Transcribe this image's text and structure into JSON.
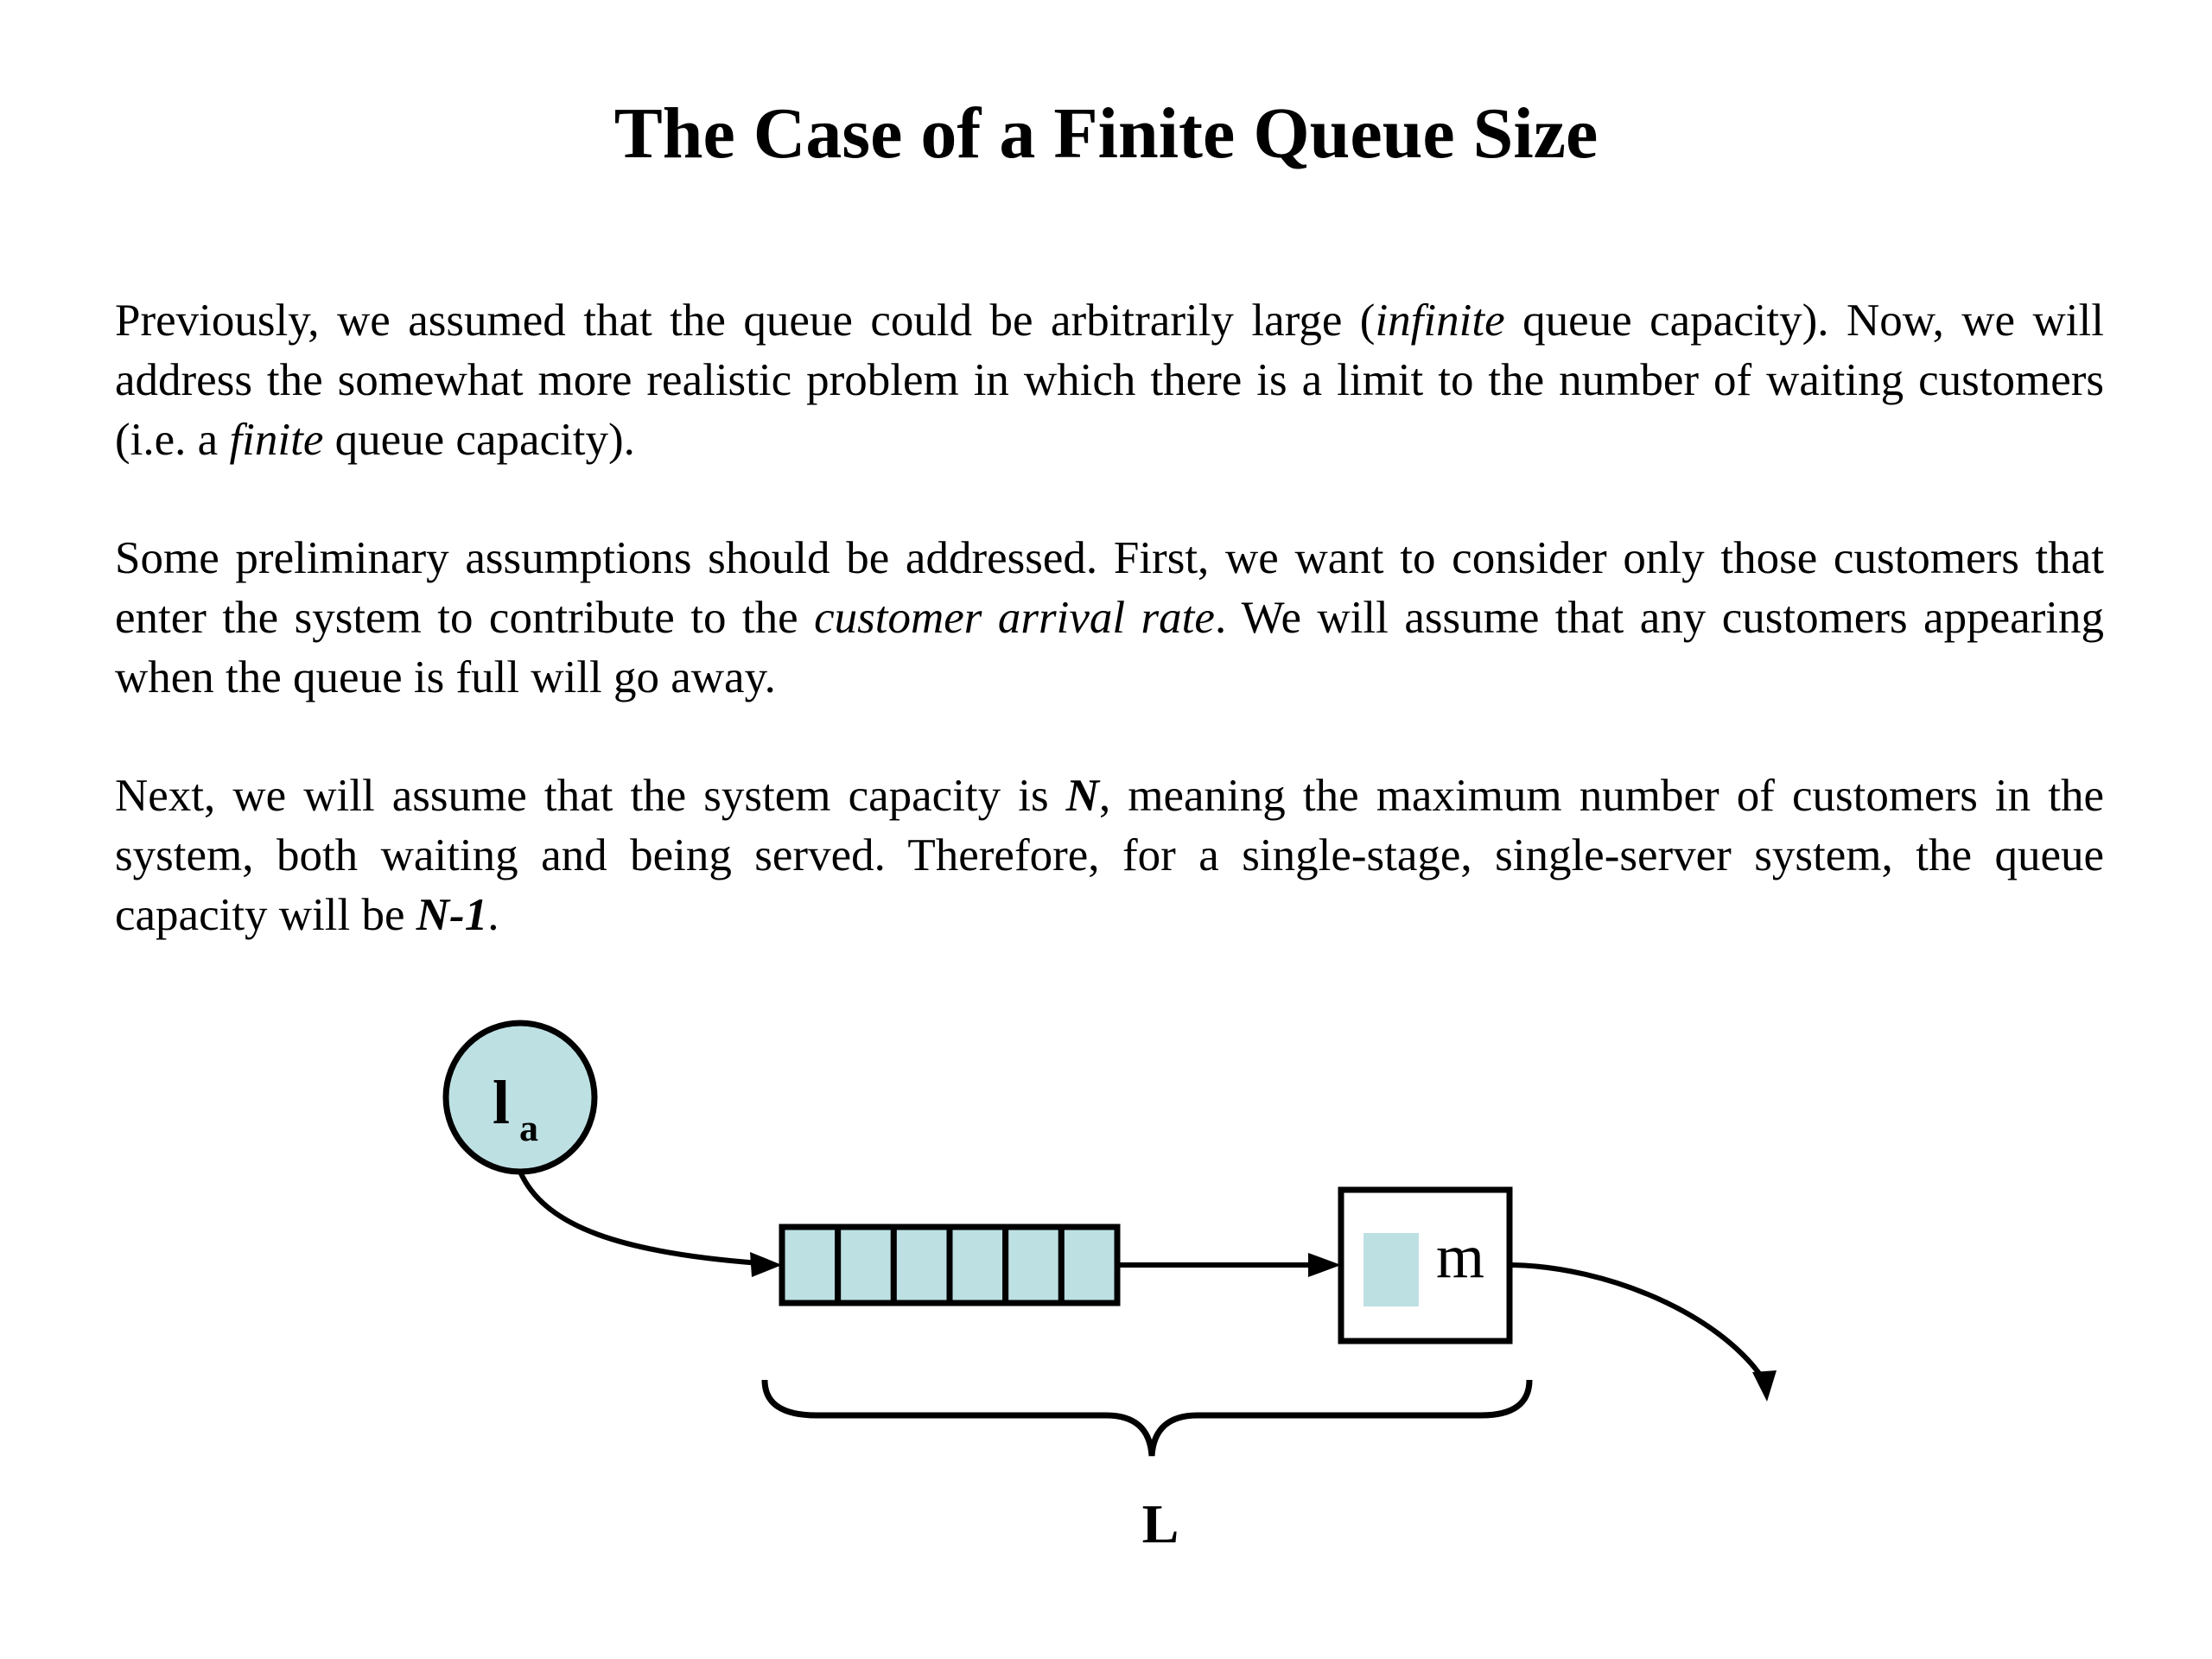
{
  "title": "The Case of a Finite Queue Size",
  "paragraphs": {
    "p1": {
      "t1": "Previously, we assumed that the queue could be arbitrarily large (",
      "em1": "infinite",
      "t2": " queue capacity). Now, we will address the somewhat more realistic problem in which there is a limit to the number of waiting customers (i.e. a ",
      "em2": "finite",
      "t3": " queue capacity)."
    },
    "p2": {
      "t1": "Some preliminary assumptions should be addressed. First, we want to consider only those customers that enter the system to contribute to the ",
      "em1": "customer arrival rate",
      "t2": ". We will assume that any customers appearing when the queue is full will go away."
    },
    "p3": {
      "t1": "Next, we will assume that the system capacity is ",
      "b1": "N",
      "t2": ", meaning the maximum number of customers in the system, both waiting and being served. Therefore, for a single-stage, single-server system, the queue capacity will be ",
      "b2": "N-1",
      "t3": "."
    }
  },
  "diagram": {
    "source_label": "l",
    "source_subscript": "a",
    "server_label": "m",
    "brace_label": "L",
    "queue_slots": 6,
    "colors": {
      "fill": "#bde0e3",
      "stroke": "#000000"
    }
  }
}
